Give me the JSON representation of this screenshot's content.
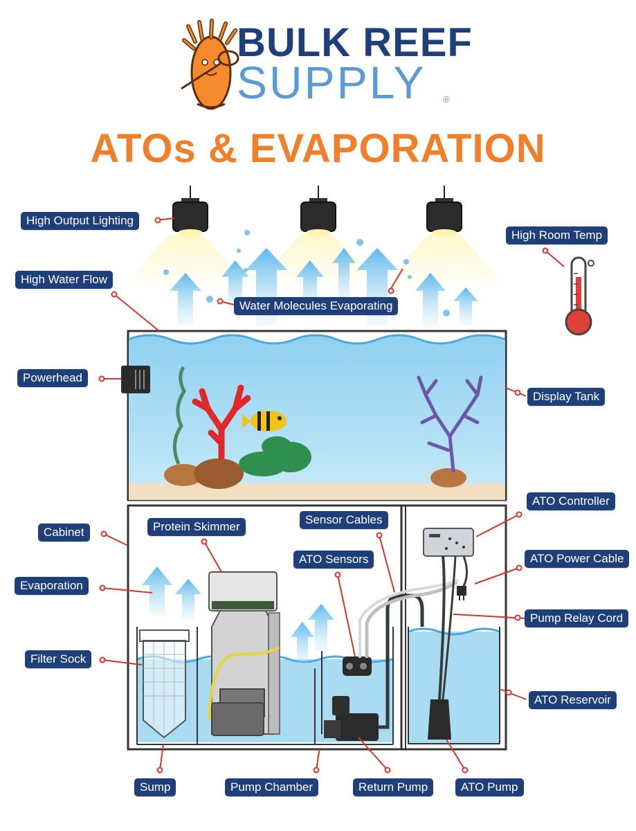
{
  "brand": {
    "line1": "BULK REEF",
    "line2": "SUPPLY",
    "registered": "®"
  },
  "title": "ATOs & EVAPORATION",
  "labels": {
    "high_output_lighting": "High Output Lighting",
    "high_room_temp": "High Room Temp",
    "high_water_flow": "High Water Flow",
    "water_molecules_evaporating": "Water Molecules Evaporating",
    "powerhead": "Powerhead",
    "display_tank": "Display Tank",
    "ato_controller": "ATO Controller",
    "cabinet": "Cabinet",
    "protein_skimmer": "Protein Skimmer",
    "sensor_cables": "Sensor Cables",
    "ato_sensors": "ATO Sensors",
    "ato_power_cable": "ATO Power Cable",
    "evaporation": "Evaporation",
    "pump_relay_cord": "Pump Relay Cord",
    "filter_sock": "Filter Sock",
    "ato_reservoir": "ATO Reservoir",
    "sump": "Sump",
    "pump_chamber": "Pump Chamber",
    "return_pump": "Return Pump",
    "ato_pump": "ATO Pump"
  },
  "colors": {
    "label_bg": "#1f3f7a",
    "title": "#f07f2a",
    "brand_dark": "#1f3f7a",
    "brand_light": "#5b9bd5",
    "water": "#a9dbf3",
    "leader": "#d9322b"
  }
}
